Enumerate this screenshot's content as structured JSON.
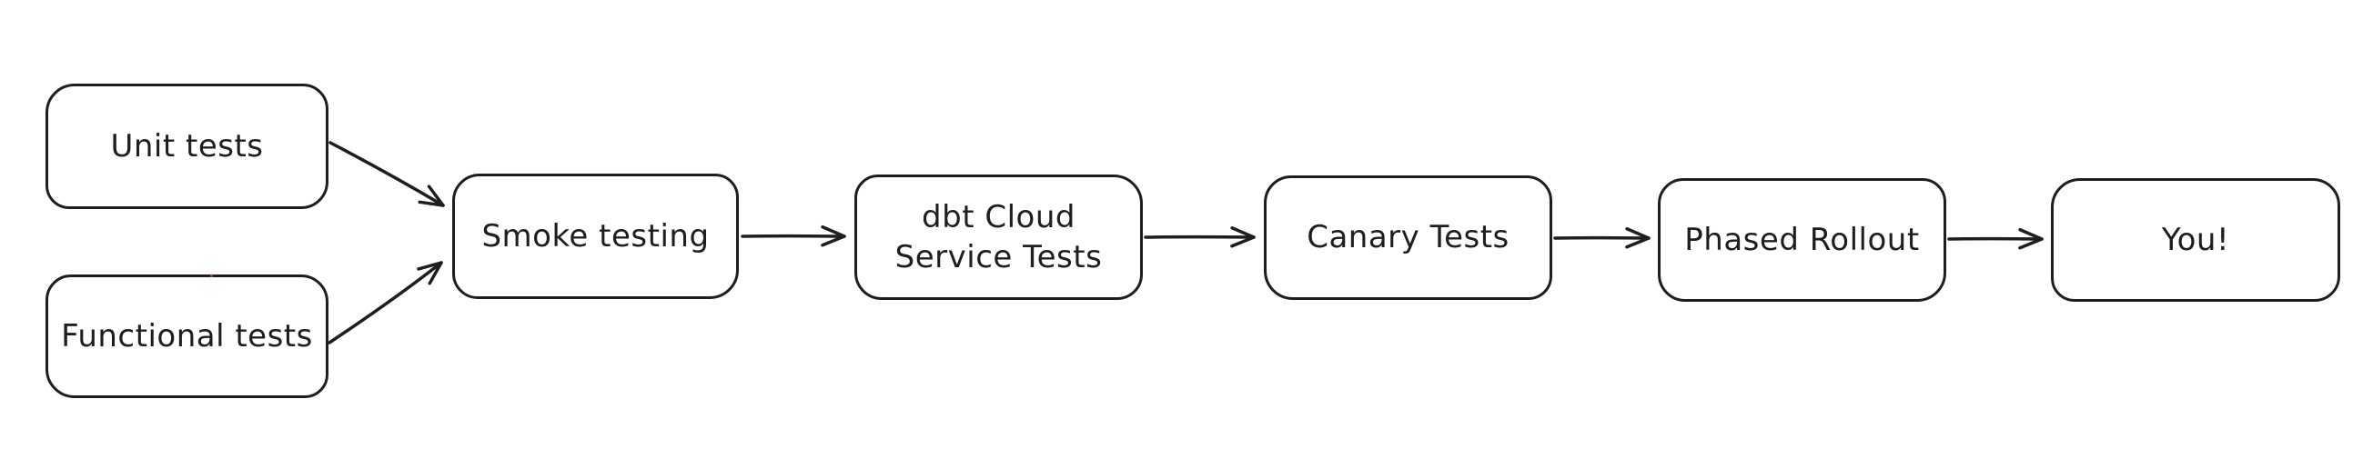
{
  "diagram": {
    "title": "Testing and rollout pipeline flowchart",
    "style": "hand-drawn whiteboard (excalidraw-like)",
    "colors": {
      "stroke": "#1e1e1e",
      "node_fill": "#ffffff",
      "background": "#ffffff",
      "artifact_dot": "#e04949"
    },
    "nodes": {
      "unit": {
        "label": "Unit tests"
      },
      "functional": {
        "label": "Functional tests"
      },
      "smoke": {
        "label": "Smoke testing"
      },
      "dbt": {
        "label": "dbt Cloud\nService Tests"
      },
      "canary": {
        "label": "Canary Tests"
      },
      "phased": {
        "label": "Phased Rollout"
      },
      "you": {
        "label": "You!"
      }
    },
    "edges": [
      {
        "from": "Unit tests",
        "to": "Smoke testing",
        "direction": "diagonal-down"
      },
      {
        "from": "Functional tests",
        "to": "Smoke testing",
        "direction": "diagonal-up"
      },
      {
        "from": "Smoke testing",
        "to": "dbt Cloud Service Tests",
        "direction": "horizontal"
      },
      {
        "from": "dbt Cloud Service Tests",
        "to": "Canary Tests",
        "direction": "horizontal"
      },
      {
        "from": "Canary Tests",
        "to": "Phased Rollout",
        "direction": "horizontal"
      },
      {
        "from": "Phased Rollout",
        "to": "You!",
        "direction": "horizontal"
      }
    ]
  }
}
